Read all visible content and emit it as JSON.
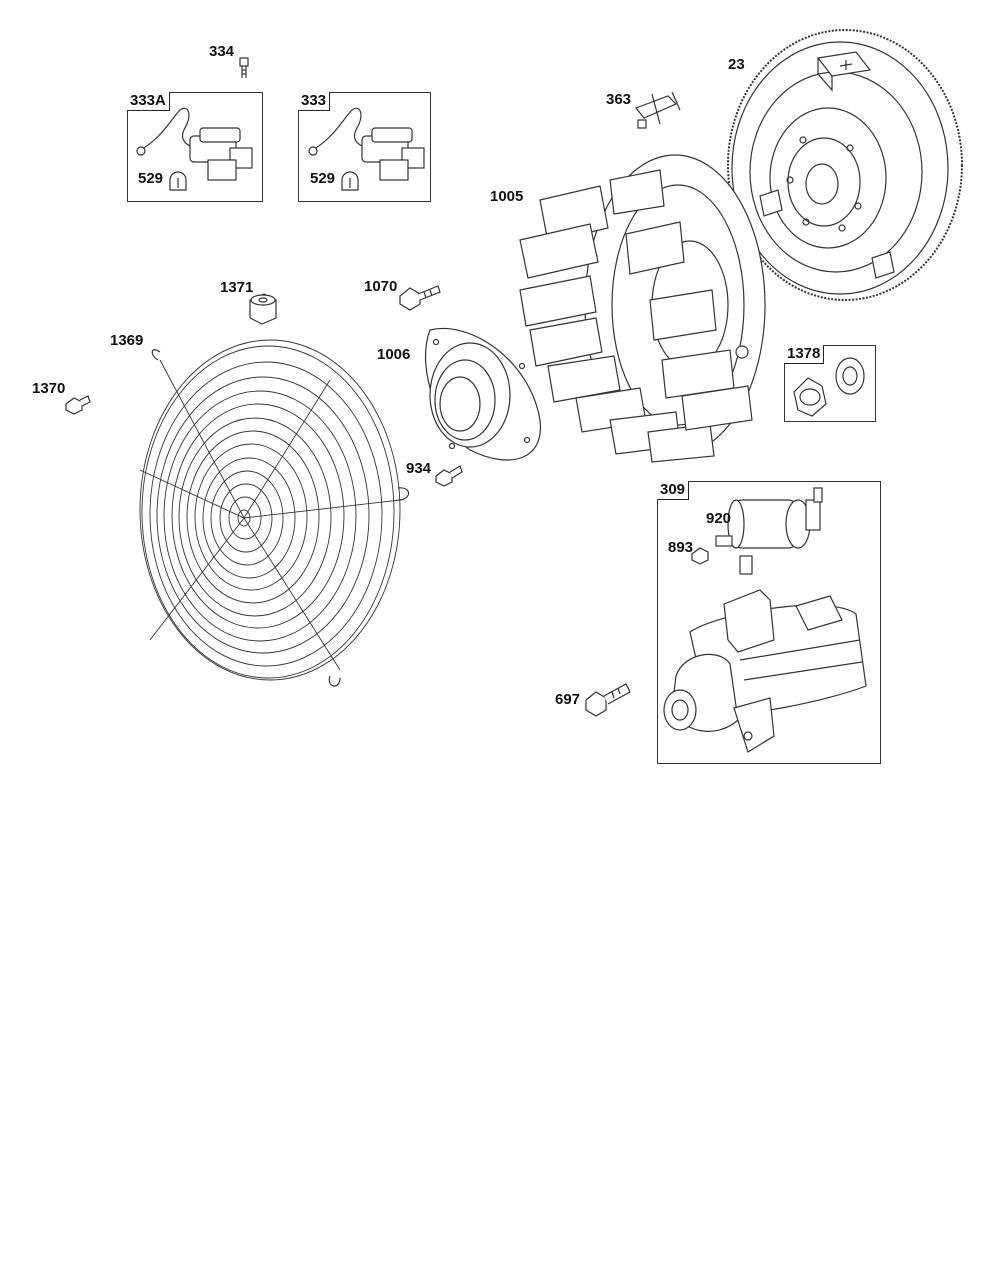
{
  "labels": {
    "p334": "334",
    "p333a": "333A",
    "p529a": "529",
    "p333": "333",
    "p529b": "529",
    "p363": "363",
    "p23": "23",
    "p1005": "1005",
    "p1371": "1371",
    "p1070": "1070",
    "p1369": "1369",
    "p1006": "1006",
    "p1370": "1370",
    "p1378": "1378",
    "p934": "934",
    "p309": "309",
    "p920": "920",
    "p893": "893",
    "p697": "697"
  },
  "colors": {
    "line": "#333333",
    "fill": "#ffffff",
    "shade": "#dddddd"
  }
}
